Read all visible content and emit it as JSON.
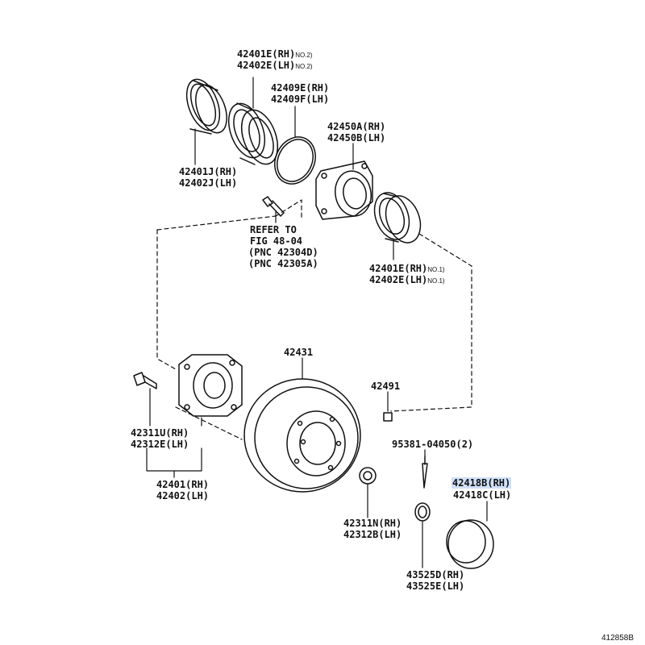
{
  "labels": {
    "bearing_no2_rh": "42401E(RH)",
    "bearing_no2_rh_sfx": "NO.2)",
    "bearing_no2_lh": "42402E(LH)",
    "bearing_no2_lh_sfx": "NO.2)",
    "oring_rh": "42409E(RH)",
    "oring_lh": "42409F(LH)",
    "hub_rh": "42450A(RH)",
    "hub_lh": "42450B(LH)",
    "seal_rh": "42401J(RH)",
    "seal_lh": "42402J(LH)",
    "refer_1": "REFER TO",
    "refer_2": "FIG 48-04",
    "refer_3": "(PNC 42304D)",
    "refer_4": "(PNC 42305A)",
    "bearing_no1_rh": "42401E(RH)",
    "bearing_no1_rh_sfx": "NO.1)",
    "bearing_no1_lh": "42402E(LH)",
    "bearing_no1_lh_sfx": "NO.1)",
    "disc": "42431",
    "plug": "42491",
    "bolt_rh": "42311U(RH)",
    "bolt_lh": "42312E(LH)",
    "pin": "95381-04050(2)",
    "cap_rh": "42418B(RH)",
    "cap_lh": "42418C(LH)",
    "axle_rh": "42401(RH)",
    "axle_lh": "42402(LH)",
    "nut_rh": "42311N(RH)",
    "nut_lh": "42312B(LH)",
    "lock_rh": "43525D(RH)",
    "lock_lh": "43525E(LH)",
    "figure_number": "412858B"
  },
  "colors": {
    "ink": "#111111",
    "highlight": "#cfe0f8"
  }
}
